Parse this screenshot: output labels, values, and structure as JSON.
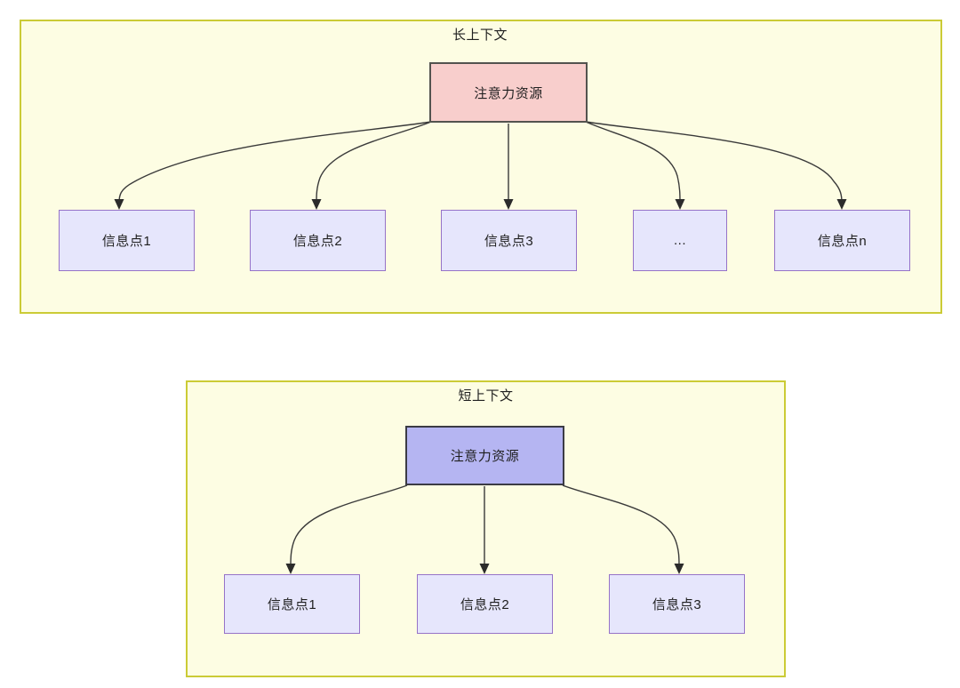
{
  "diagrams": [
    {
      "id": "long-context",
      "title": "长上下文",
      "root": {
        "label": "注意力资源",
        "fill": "#f8cecc",
        "stroke": "#53534f"
      },
      "children": [
        {
          "label": "信息点1"
        },
        {
          "label": "信息点2"
        },
        {
          "label": "信息点3"
        },
        {
          "label": "..."
        },
        {
          "label": "信息点n"
        }
      ]
    },
    {
      "id": "short-context",
      "title": "短上下文",
      "root": {
        "label": "注意力资源",
        "fill": "#b5b5f2",
        "stroke": "#3b3b44"
      },
      "children": [
        {
          "label": "信息点1"
        },
        {
          "label": "信息点2"
        },
        {
          "label": "信息点3"
        }
      ]
    }
  ],
  "colors": {
    "frame_background": "#fdfde3",
    "frame_border": "#cbcb36",
    "info_fill": "#e6e6fc",
    "info_border": "#9673c8",
    "edge_stroke": "#3a3a3a",
    "text": "#1f1f1f",
    "page_background": "#ffffff"
  }
}
